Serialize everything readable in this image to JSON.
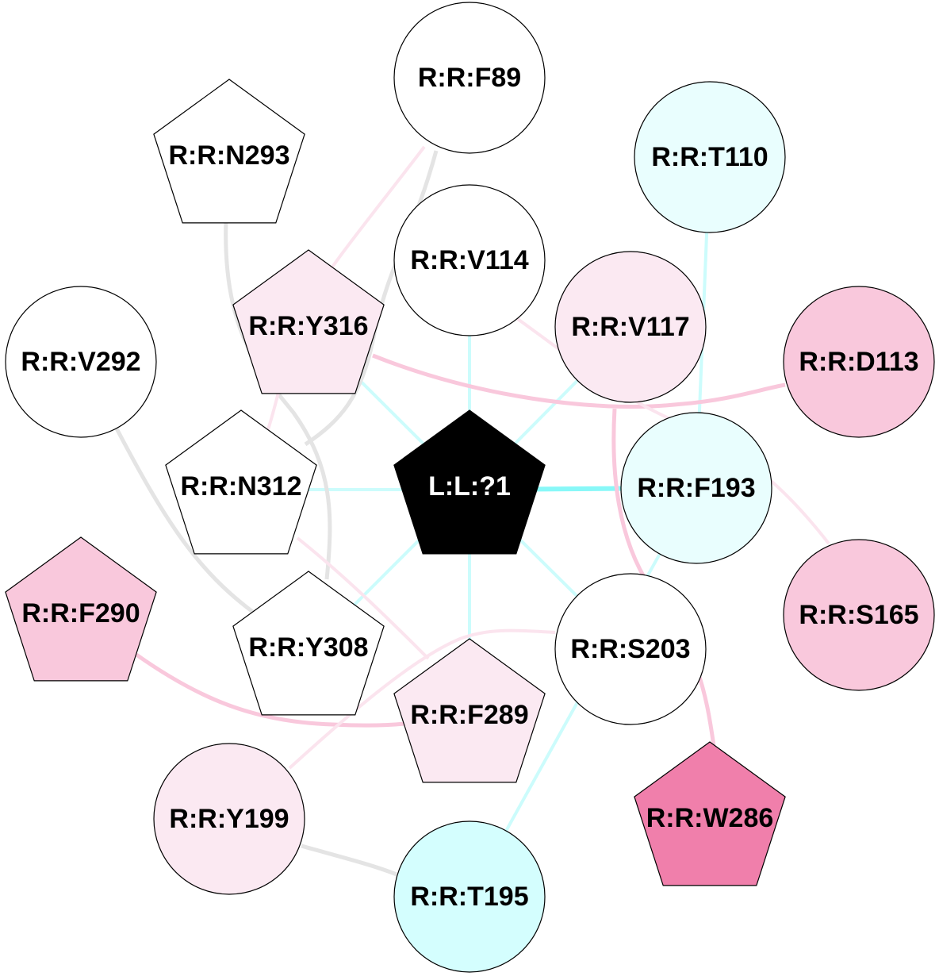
{
  "colors": {
    "white": "#ffffff",
    "light_pink": "#fbe9f2",
    "pink": "#f9c8dc",
    "hot_pink": "#f07fab",
    "light_cyan": "#e9fefe",
    "cyan": "#d4fefe",
    "black": "#000000",
    "edge_gray": "#e4e4e4",
    "edge_cyan": "#ccfcfc",
    "edge_cyan_strong": "#88f8f8",
    "edge_pink": "#f9c8dc",
    "edge_pink_light": "#fbe4ee"
  },
  "nodes": [
    {
      "id": "F89",
      "label": "R:R:F89",
      "shape": "circle",
      "fill": "white"
    },
    {
      "id": "N293",
      "label": "R:R:N293",
      "shape": "pentagon",
      "fill": "white"
    },
    {
      "id": "T110",
      "label": "R:R:T110",
      "shape": "circle",
      "fill": "light_cyan"
    },
    {
      "id": "V114",
      "label": "R:R:V114",
      "shape": "circle",
      "fill": "white"
    },
    {
      "id": "Y316",
      "label": "R:R:Y316",
      "shape": "pentagon",
      "fill": "light_pink"
    },
    {
      "id": "V117",
      "label": "R:R:V117",
      "shape": "circle",
      "fill": "light_pink"
    },
    {
      "id": "D113",
      "label": "R:R:D113",
      "shape": "circle",
      "fill": "pink"
    },
    {
      "id": "V292",
      "label": "R:R:V292",
      "shape": "circle",
      "fill": "white"
    },
    {
      "id": "N312",
      "label": "R:R:N312",
      "shape": "pentagon",
      "fill": "white"
    },
    {
      "id": "L1",
      "label": "L:L:?1",
      "shape": "pentagon",
      "fill": "black"
    },
    {
      "id": "F193",
      "label": "R:R:F193",
      "shape": "circle",
      "fill": "light_cyan"
    },
    {
      "id": "S165",
      "label": "R:R:S165",
      "shape": "circle",
      "fill": "pink"
    },
    {
      "id": "F290",
      "label": "R:R:F290",
      "shape": "pentagon",
      "fill": "pink"
    },
    {
      "id": "Y308",
      "label": "R:R:Y308",
      "shape": "pentagon",
      "fill": "white"
    },
    {
      "id": "S203",
      "label": "R:R:S203",
      "shape": "circle",
      "fill": "white"
    },
    {
      "id": "F289",
      "label": "R:R:F289",
      "shape": "pentagon",
      "fill": "light_pink"
    },
    {
      "id": "Y199",
      "label": "R:R:Y199",
      "shape": "circle",
      "fill": "light_pink"
    },
    {
      "id": "T195",
      "label": "R:R:T195",
      "shape": "circle",
      "fill": "cyan"
    },
    {
      "id": "W286",
      "label": "R:R:W286",
      "shape": "pentagon",
      "fill": "hot_pink"
    }
  ],
  "edges": [
    {
      "source": "L1",
      "target": "V114",
      "color": "edge_cyan"
    },
    {
      "source": "L1",
      "target": "Y316",
      "color": "edge_cyan"
    },
    {
      "source": "L1",
      "target": "V117",
      "color": "edge_cyan"
    },
    {
      "source": "L1",
      "target": "N312",
      "color": "edge_cyan"
    },
    {
      "source": "L1",
      "target": "F193",
      "color": "edge_cyan_strong"
    },
    {
      "source": "L1",
      "target": "Y308",
      "color": "edge_cyan"
    },
    {
      "source": "L1",
      "target": "S203",
      "color": "edge_cyan"
    },
    {
      "source": "L1",
      "target": "F289",
      "color": "edge_cyan"
    },
    {
      "source": "T110",
      "target": "F193",
      "color": "edge_cyan"
    },
    {
      "source": "T195",
      "target": "F193",
      "color": "edge_cyan"
    },
    {
      "source": "N293",
      "target": "Y308",
      "color": "edge_gray"
    },
    {
      "source": "F89",
      "target": "N312",
      "color": "edge_gray"
    },
    {
      "source": "V292",
      "target": "Y308",
      "color": "edge_gray"
    },
    {
      "source": "Y199",
      "target": "T195",
      "color": "edge_gray"
    },
    {
      "source": "F89",
      "target": "N312",
      "color": "edge_pink_light"
    },
    {
      "source": "Y316",
      "target": "D113",
      "color": "edge_pink"
    },
    {
      "source": "Y316",
      "target": "W286",
      "color": "edge_pink"
    },
    {
      "source": "F290",
      "target": "F289",
      "color": "edge_pink"
    },
    {
      "source": "V114",
      "target": "S165",
      "color": "edge_pink_light"
    },
    {
      "source": "Y199",
      "target": "S203",
      "color": "edge_pink_light"
    },
    {
      "source": "N312",
      "target": "F289",
      "color": "edge_pink_light"
    }
  ]
}
